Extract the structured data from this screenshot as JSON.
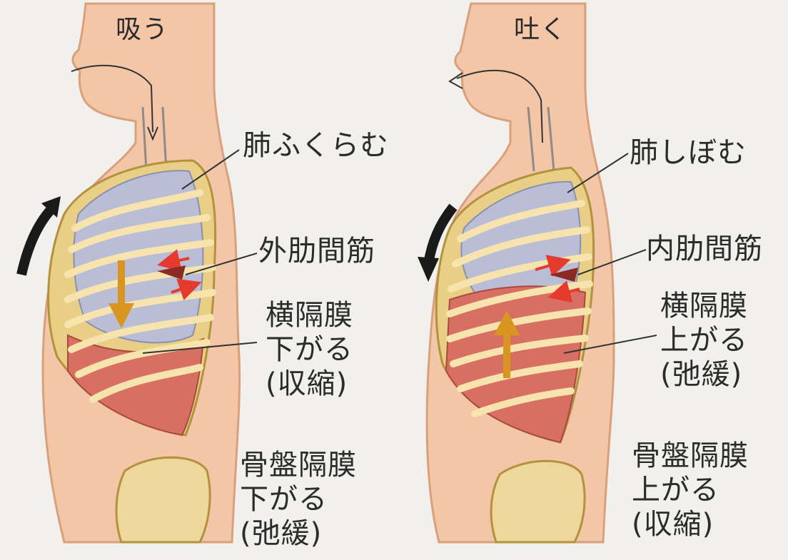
{
  "left": {
    "title": "吸う",
    "lung_label": "肺ふくらむ",
    "muscle_label": "外肋間筋",
    "diaphragm": [
      "横隔膜",
      "下がる",
      "(収縮)"
    ],
    "pelvic": [
      "骨盤隔膜",
      "下がる",
      "(弛緩)"
    ]
  },
  "right": {
    "title": "吐く",
    "lung_label": "肺しぼむ",
    "muscle_label": "内肋間筋",
    "diaphragm": [
      "横隔膜",
      "上がる",
      "(弛緩)"
    ],
    "pelvic": [
      "骨盤隔膜",
      "上がる",
      "(収縮)"
    ]
  },
  "colors": {
    "skin": "#f3c6a8",
    "skin_outline": "#d9a07c",
    "rib": "#e9cf86",
    "rib_outline": "#b2913f",
    "lung": "#b9bdd6",
    "diaphragm": "#d77063",
    "arrow_black": "#1a1a1a",
    "arrow_orange": "#d8951f",
    "arrow_red": "#e53a2e"
  }
}
